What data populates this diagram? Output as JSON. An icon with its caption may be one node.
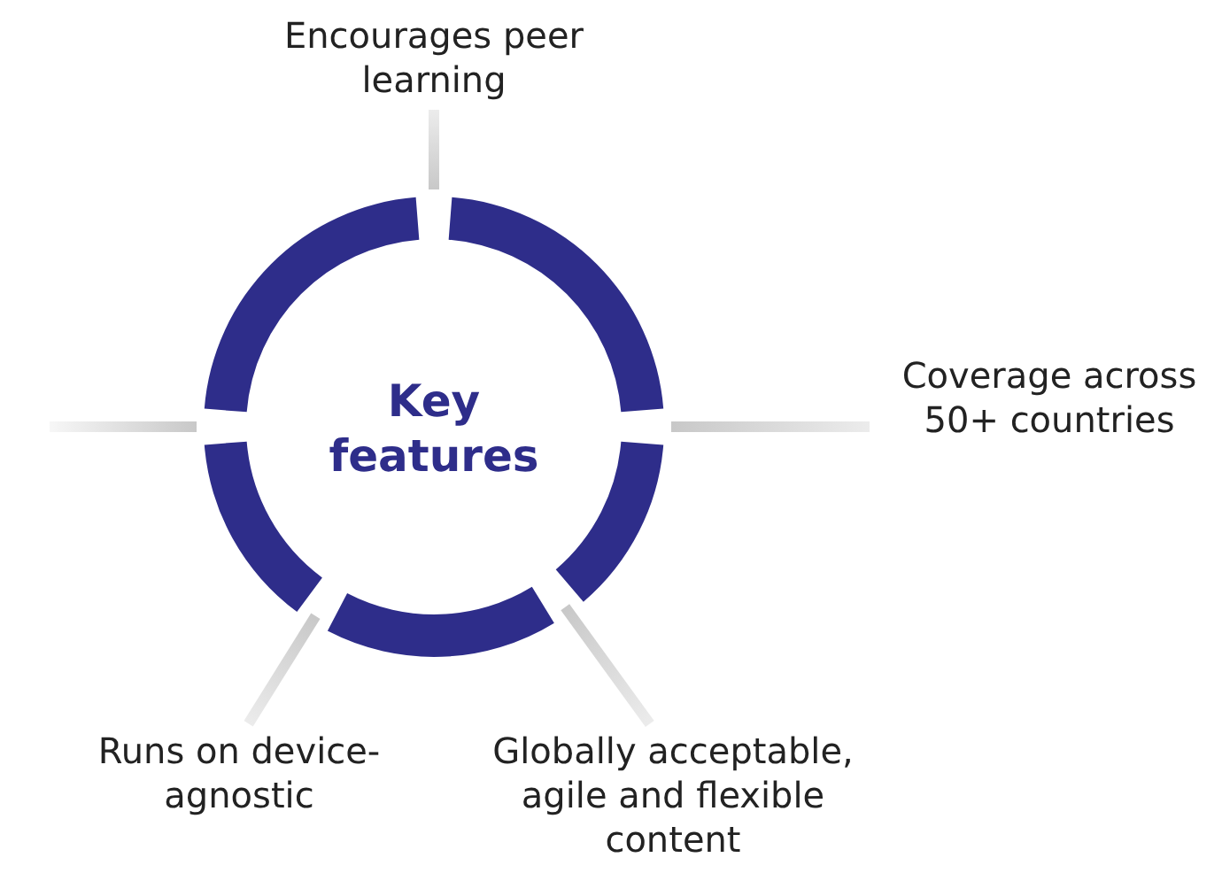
{
  "diagram": {
    "nodes": [
      {
        "text": [
          "Key features"
        ]
      },
      {
        "text": [
          "Encourages peer learning"
        ]
      },
      {
        "text": [
          "Coverage across 50+ countries"
        ]
      },
      {
        "text": [
          "Globally acceptable, agile and flexible content"
        ]
      },
      {
        "text": [
          "Runs on device-agnostic"
        ]
      }
    ],
    "edges": [
      {
        "from": 0,
        "to": 1,
        "arrow": "none"
      },
      {
        "from": 0,
        "to": 2,
        "arrow": "none"
      },
      {
        "from": 0,
        "to": 3,
        "arrow": "none"
      },
      {
        "from": 0,
        "to": 4,
        "arrow": "none"
      },
      {
        "from": 0,
        "to": null,
        "arrow": "none"
      }
    ]
  }
}
